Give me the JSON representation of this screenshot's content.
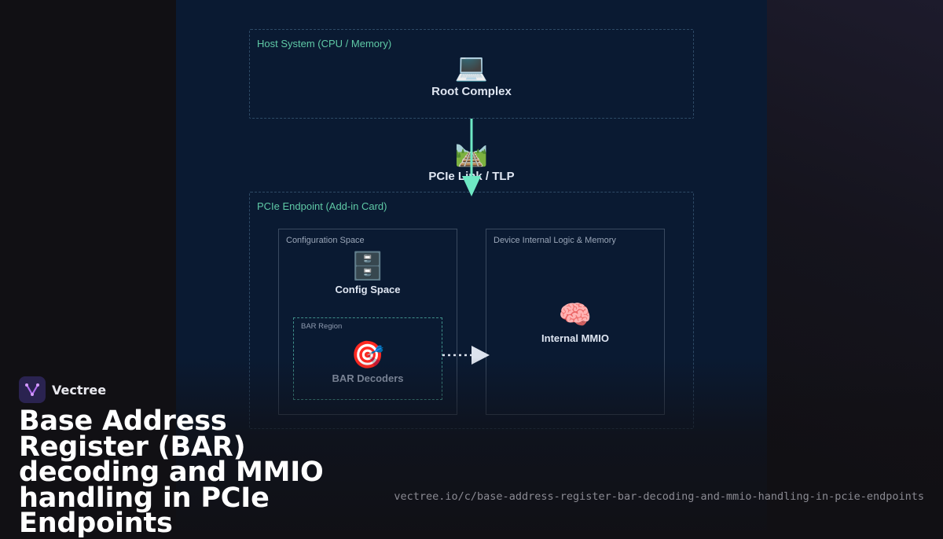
{
  "diagram": {
    "host_region": {
      "title": "Host System (CPU / Memory)"
    },
    "root_complex": {
      "icon": "laptop-icon",
      "label": "Root Complex"
    },
    "pcie_link": {
      "icon": "railway-track-icon",
      "label": "PCIe Link / TLP"
    },
    "endpoint_region": {
      "title": "PCIe Endpoint (Add-in Card)"
    },
    "config_box": {
      "title": "Configuration Space"
    },
    "config_space": {
      "icon": "file-cabinet-icon",
      "label": "Config Space"
    },
    "bar_region": {
      "title": "BAR Region"
    },
    "bar_decoders": {
      "icon": "target-icon",
      "label": "BAR Decoders"
    },
    "device_box": {
      "title": "Device Internal Logic & Memory"
    },
    "internal_mmio": {
      "icon": "brain-icon",
      "label": "Internal MMIO"
    },
    "colors": {
      "panel": "#0a1a32",
      "region_title": "#5fc9a6",
      "link_arrow": "#6ee8c4",
      "mmio_arrow": "#dde3ee"
    }
  },
  "brand": {
    "name": "Vectree",
    "logo_icon": "vectree-logo-icon"
  },
  "page": {
    "title": "Base Address Register (BAR) decoding and MMIO handling in PCIe Endpoints",
    "url": "vectree.io/c/base-address-register-bar-decoding-and-mmio-handling-in-pcie-endpoints"
  }
}
